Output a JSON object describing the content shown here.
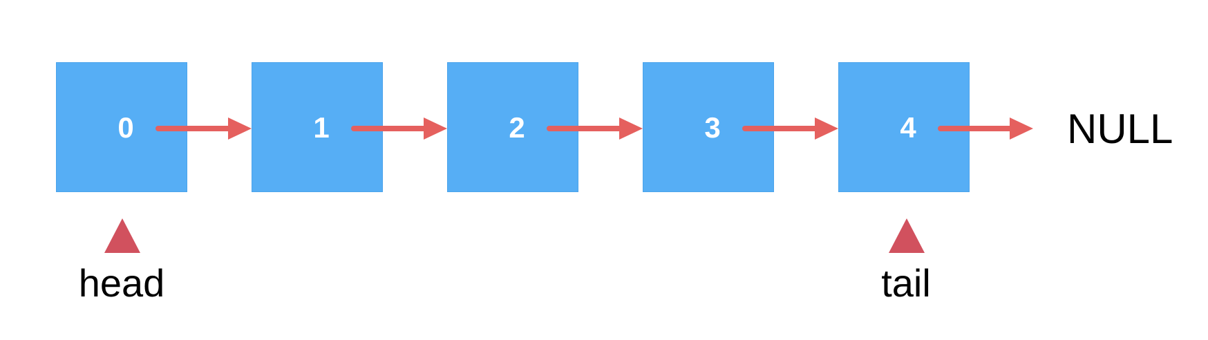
{
  "nodes": [
    {
      "value": "0"
    },
    {
      "value": "1"
    },
    {
      "value": "2"
    },
    {
      "value": "3"
    },
    {
      "value": "4"
    }
  ],
  "terminal": "NULL",
  "pointers": {
    "head": "head",
    "tail": "tail"
  },
  "colors": {
    "node_fill": "#56aef5",
    "arrow": "#e5605e",
    "pointer_marker": "#d1515e",
    "node_text": "#ffffff",
    "label_text": "#000000"
  }
}
